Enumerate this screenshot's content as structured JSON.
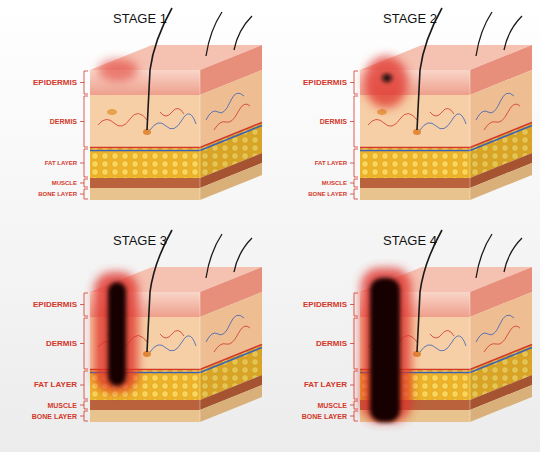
{
  "diagram": {
    "labels": [
      "STAGE 1",
      "EPIDERMIS",
      "DERMIS",
      "FAT LAYER",
      "MUSCLE",
      "BONE LAYER",
      "STAGE 2",
      "EPIDERMIS",
      "DERMIS",
      "FAT LAYER",
      "MUSCLE",
      "BONE LAYER",
      "STAGE 3",
      "EPIDERMIS",
      "DERMIS",
      "FAT LAYER",
      "MUSCLE",
      "BONE LAYER",
      "STAGE 4",
      "EPIDERMIS",
      "DERMIS",
      "FAT LAYER",
      "MUSCLE",
      "BONE LAYER"
    ]
  }
}
